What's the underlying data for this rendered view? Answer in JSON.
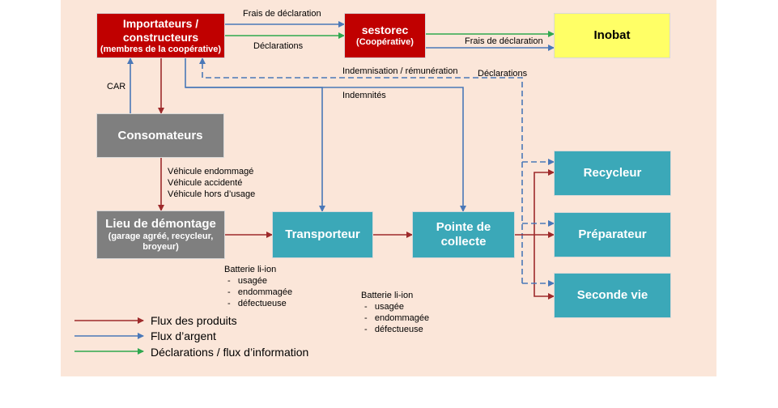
{
  "nodes": {
    "importateurs": {
      "title": "Importateurs / constructeurs",
      "sub": "(membres de la coopérative)"
    },
    "sestorec": {
      "title": "sestorec",
      "sub": "(Coopérative)"
    },
    "inobat": {
      "title": "Inobat"
    },
    "consomateurs": {
      "title": "Consomateurs"
    },
    "lieu": {
      "title": "Lieu de démontage",
      "sub": "(garage agréé, recycleur, broyeur)"
    },
    "transporteur": {
      "title": "Transporteur"
    },
    "pointe": {
      "title": "Pointe de collecte"
    },
    "recycleur": {
      "title": "Recycleur"
    },
    "preparateur": {
      "title": "Préparateur"
    },
    "seconde_vie": {
      "title": "Seconde vie"
    }
  },
  "labels": {
    "frais_declaration_top": "Frais de déclaration",
    "declarations_mid": "Déclarations",
    "frais_declaration_right": "Frais de déclaration",
    "indemnisation": "Indemnisation / rémunération",
    "declarations_right": "Déclarations",
    "car": "CAR",
    "indemnites": "Indemnités",
    "vehicule_1": "Véhicule endommagé",
    "vehicule_2": "Véhicule accidenté",
    "vehicule_3": "Véhicule hors d’usage"
  },
  "battery_list_1": {
    "title": "Batterie li-ion",
    "items": [
      "usagée",
      "endommagée",
      "défectueuse"
    ]
  },
  "battery_list_2": {
    "title": "Batterie li-ion",
    "items": [
      "usagée",
      "endommagée",
      "défectueuse"
    ]
  },
  "legend": [
    {
      "label": "Flux des produits",
      "color": "#9e2a2b"
    },
    {
      "label": "Flux d’argent",
      "color": "#4a78b8"
    },
    {
      "label": "Déclarations / flux d’information",
      "color": "#2fa84f"
    }
  ],
  "colors": {
    "product": "#9e2a2b",
    "money": "#4a78b8",
    "info": "#2fa84f"
  }
}
